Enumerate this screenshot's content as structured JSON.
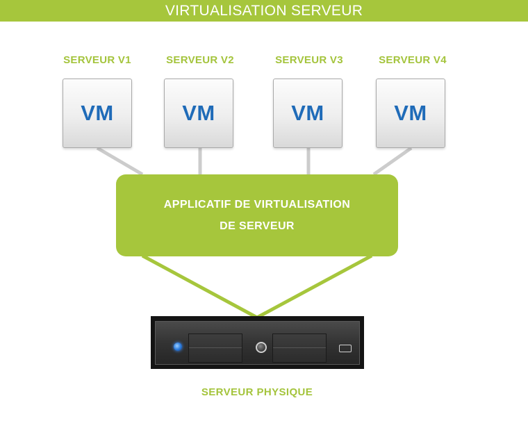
{
  "header": {
    "title": "VIRTUALISATION SERVEUR"
  },
  "virtual_servers": [
    {
      "label": "SERVEUR V1",
      "box_text": "VM"
    },
    {
      "label": "SERVEUR V2",
      "box_text": "VM"
    },
    {
      "label": "SERVEUR V3",
      "box_text": "VM"
    },
    {
      "label": "SERVEUR V4",
      "box_text": "VM"
    }
  ],
  "hypervisor": {
    "line1": "APPLICATIF DE VIRTUALISATION",
    "line2": "DE SERVEUR"
  },
  "physical_server": {
    "label": "SERVEUR PHYSIQUE"
  },
  "colors": {
    "accent_green": "#a6c63c",
    "vm_text_blue": "#1f6bb8",
    "connector_gray": "#cccccc",
    "server_dark": "#141414"
  },
  "icons": {
    "power_led": "blue-power-led-icon",
    "power_button": "power-button-icon",
    "port": "port-icon"
  }
}
